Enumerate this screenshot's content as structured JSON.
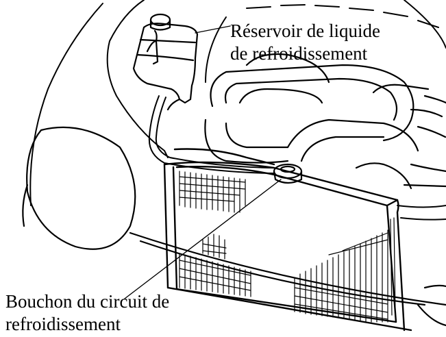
{
  "diagram": {
    "callouts": [
      {
        "name": "reservoir",
        "lines": [
          "Réservoir de liquide",
          "de refroidissement"
        ]
      },
      {
        "name": "bouchon",
        "lines": [
          "Bouchon du circuit de",
          "refroidissement"
        ]
      }
    ],
    "line_color": "#000000",
    "background": "#ffffff"
  }
}
